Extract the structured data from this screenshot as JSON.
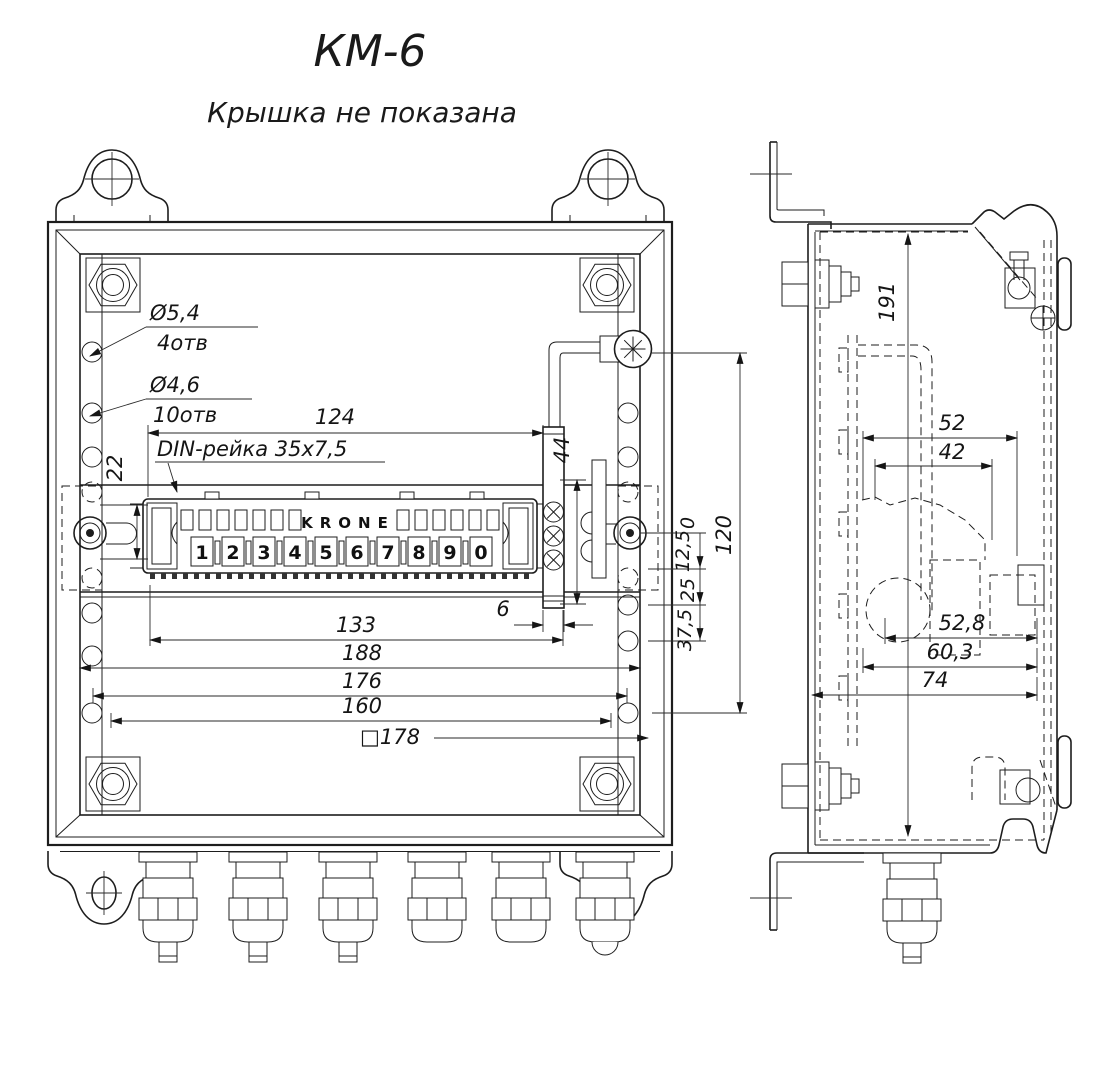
{
  "title": "КМ-6",
  "subtitle": "Крышка не показана",
  "front_view": {
    "notes": {
      "holes_large_dia": "Ø5,4",
      "holes_large_count": "4отв",
      "holes_small_dia": "Ø4,6",
      "holes_small_count": "10отв",
      "din_rail_note": "DIN-рейка 35x7,5"
    },
    "terminal_block": {
      "brand": "KRONE",
      "numbers": [
        "1",
        "2",
        "3",
        "4",
        "5",
        "6",
        "7",
        "8",
        "9",
        "0"
      ]
    },
    "dimensions": {
      "d124": "124",
      "d22": "22",
      "d44": "44",
      "d6": "6",
      "d133": "133",
      "d188": "188",
      "d176": "176",
      "d160": "160",
      "d178": "□178",
      "d120": "120",
      "ord0": "0",
      "ord12_5": "12,5",
      "ord25": "25",
      "ord37_5": "37,5"
    }
  },
  "side_view": {
    "dimensions": {
      "d191": "191",
      "d52": "52",
      "d42": "42",
      "d52_8": "52,8",
      "d60_3": "60,3",
      "d74": "74"
    }
  }
}
